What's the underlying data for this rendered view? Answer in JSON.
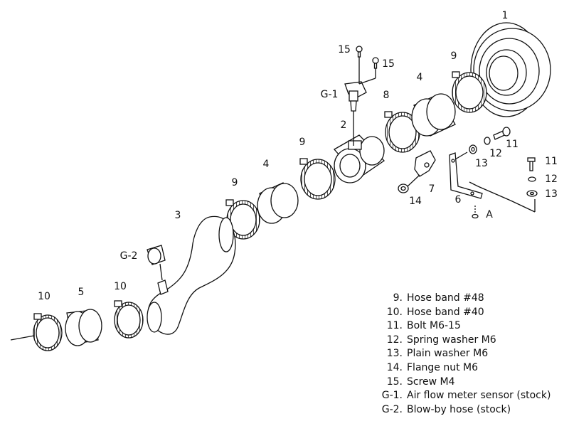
{
  "callouts": {
    "c1": "1",
    "c2": "2",
    "c3": "3",
    "c4a": "4",
    "c4b": "4",
    "c5": "5",
    "c6": "6",
    "c7": "7",
    "c8": "8",
    "c9a": "9",
    "c9b": "9",
    "c9c": "9",
    "c10a": "10",
    "c10b": "10",
    "c11a": "11",
    "c11b": "11",
    "c12a": "12",
    "c12b": "12",
    "c13a": "13",
    "c13b": "13",
    "c14": "14",
    "c15a": "15",
    "c15b": "15",
    "cg1": "G-1",
    "cg2": "G-2",
    "cA": "A"
  },
  "legend": [
    {
      "num": "9.",
      "text": "Hose band  #48"
    },
    {
      "num": "10.",
      "text": "Hose band  #40"
    },
    {
      "num": "11.",
      "text": "Bolt  M6-15"
    },
    {
      "num": "12.",
      "text": "Spring washer  M6"
    },
    {
      "num": "13.",
      "text": "Plain washer  M6"
    },
    {
      "num": "14.",
      "text": "Flange nut  M6"
    },
    {
      "num": "15.",
      "text": "Screw  M4"
    },
    {
      "num": "G-1.",
      "text": "Air flow meter sensor (stock)"
    },
    {
      "num": "G-2.",
      "text": "Blow-by hose (stock)"
    }
  ]
}
